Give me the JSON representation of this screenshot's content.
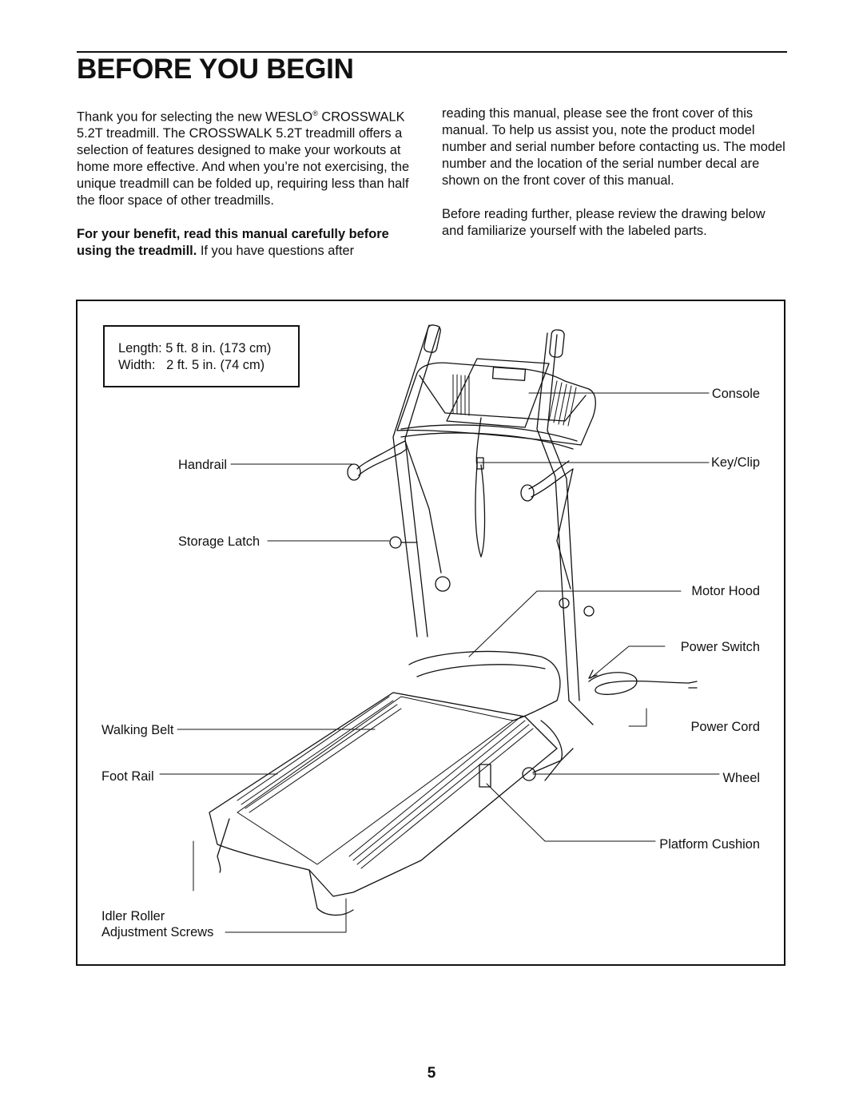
{
  "header": {
    "title": "BEFORE YOU BEGIN"
  },
  "intro": {
    "p1_before_reg": "Thank you for selecting the new WESLO",
    "p1_reg": "®",
    "p1_after_reg": " CROSSWALK 5.2T treadmill. The CROSSWALK 5.2T treadmill offers a selection of features designed to make your workouts at home more effective. And when you’re not exercising, the unique treadmill can be folded up, requiring less than half the floor space of other treadmills.",
    "p2_bold": "For your benefit, read this manual carefully before using the treadmill.",
    "p2_rest": " If you have questions after reading this manual, please see the front cover of this manual. To help us assist you, note the product model number and serial number before contacting us. The model number and the location of the serial number decal are shown on the front cover of this manual.",
    "p3": "Before reading further, please review the drawing below and familiarize yourself with the labeled parts."
  },
  "dimensions": {
    "length": "Length: 5 ft. 8 in. (173 cm)",
    "width": "Width:   2 ft. 5 in. (74 cm)"
  },
  "parts": {
    "console": "Console",
    "key_clip": "Key/Clip",
    "handrail": "Handrail",
    "storage_latch": "Storage Latch",
    "motor_hood": "Motor Hood",
    "power_switch": "Power Switch",
    "walking_belt": "Walking Belt",
    "power_cord": "Power Cord",
    "foot_rail": "Foot Rail",
    "wheel": "Wheel",
    "platform_cushion": "Platform Cushion",
    "idler_roller": "Idler Roller",
    "adjustment_screws": "Adjustment Screws"
  },
  "footer": {
    "page_number": "5"
  }
}
